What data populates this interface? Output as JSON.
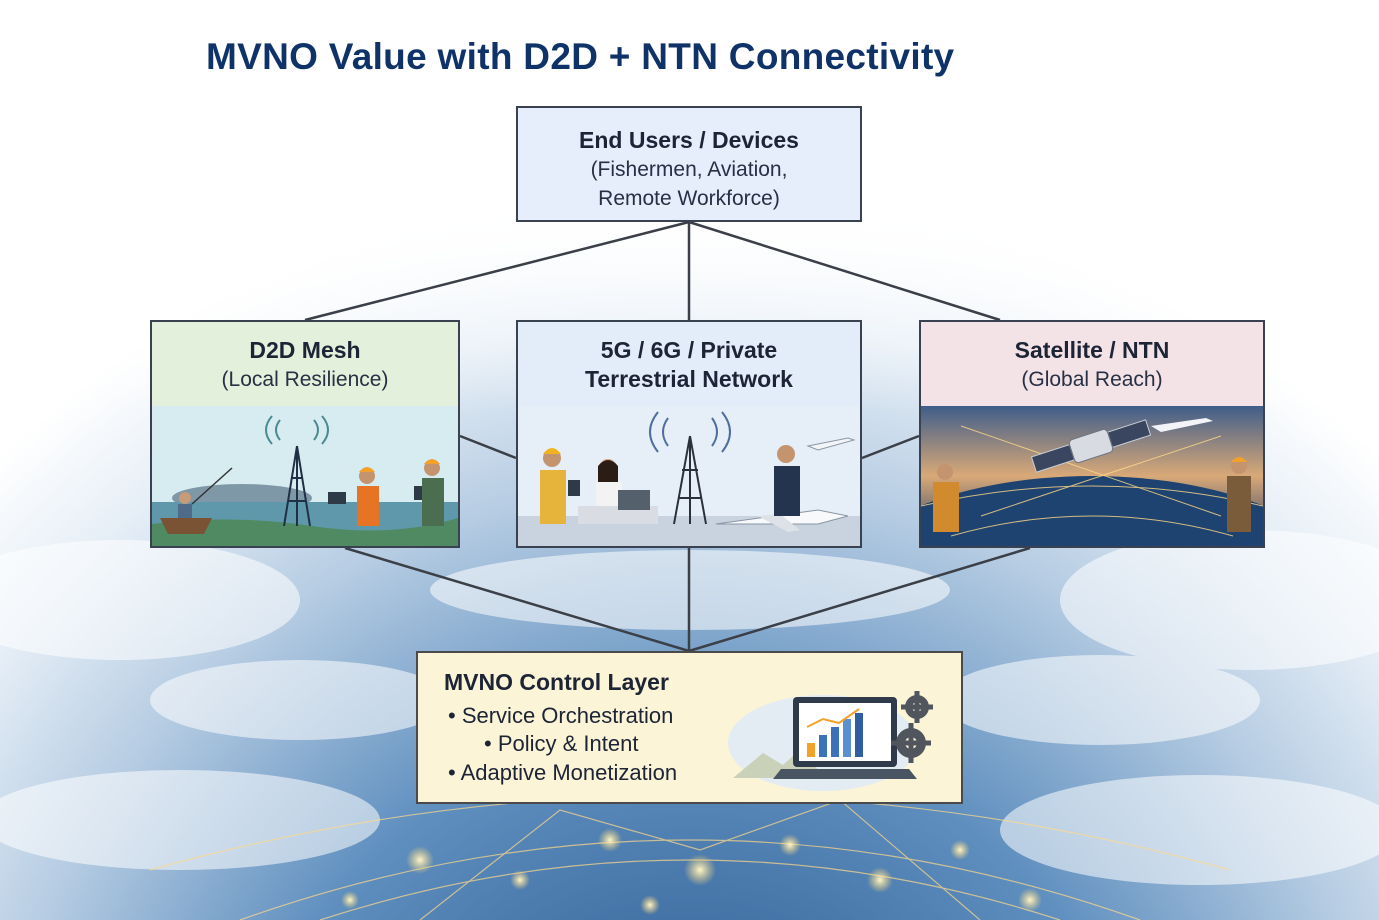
{
  "title": "MVNO Value with D2D + NTN Connectivity",
  "end_users": {
    "title": "End Users / Devices",
    "line2": "(Fishermen, Aviation,",
    "line3": "Remote Workforce)"
  },
  "d2d": {
    "title": "D2D Mesh",
    "subtitle": "(Local Resilience)"
  },
  "terrestrial": {
    "line1": "5G / 6G / Private",
    "line2": "Terrestrial Network"
  },
  "satellite": {
    "title": "Satellite / NTN",
    "subtitle": "(Global Reach)"
  },
  "control": {
    "title": "MVNO Control Layer",
    "bullets": [
      "• Service Orchestration",
      "• Policy & Intent",
      "• Adaptive Monetization"
    ]
  },
  "colors": {
    "title": "#0f3368",
    "top_box": "#e6edfb",
    "d2d_box": "#e2f0dc",
    "terrestrial_box": "#e3ecf9",
    "satellite_box": "#f4e3e6",
    "control_box": "#fbf4d6"
  }
}
